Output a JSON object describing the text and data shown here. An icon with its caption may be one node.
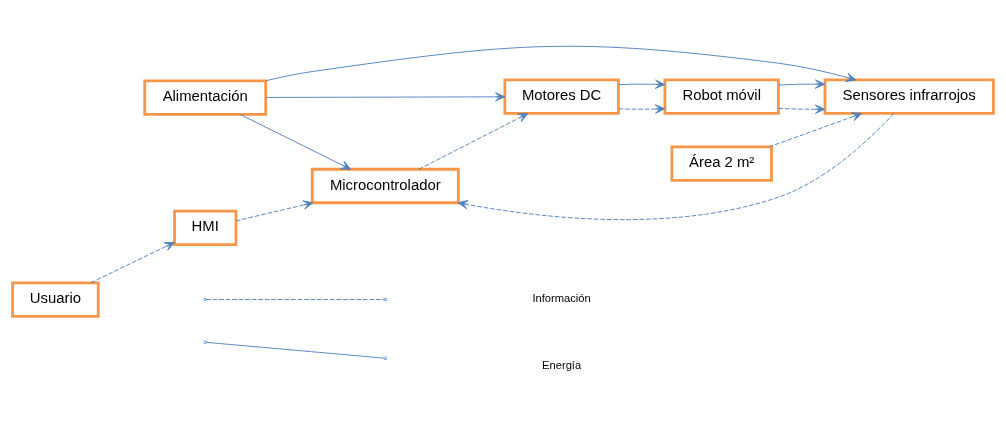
{
  "diagram": {
    "nodes": [
      {
        "text": [
          "Microcontrolador"
        ]
      },
      {
        "text": [
          "HMI"
        ]
      },
      {
        "text": [
          "Usuario"
        ]
      },
      {
        "text": [
          "Motores DC"
        ]
      },
      {
        "text": [
          "Alimentación"
        ]
      },
      {
        "text": [
          "Sensores infrarrojos"
        ]
      },
      {
        "text": [
          "Área 2 m²"
        ]
      },
      {
        "text": [
          "Robot móvil"
        ]
      }
    ],
    "edges": [
      {
        "from": 0,
        "to": 3,
        "arrow": "to",
        "style": "dashed"
      },
      {
        "from": 4,
        "to": 0,
        "arrow": "to"
      },
      {
        "from": 4,
        "to": 3,
        "arrow": "to"
      },
      {
        "from": 4,
        "to": 5,
        "arrow": "to"
      },
      {
        "from": 5,
        "to": 0,
        "arrow": "to",
        "style": "dashed"
      },
      {
        "from": 1,
        "to": 0,
        "arrow": "to",
        "style": "dashed"
      },
      {
        "from": 2,
        "to": 1,
        "arrow": "to",
        "style": "dashed"
      },
      {
        "from": 6,
        "to": 5,
        "arrow": "to",
        "style": "dashed"
      },
      {
        "from": 3,
        "to": 7,
        "arrow": "to",
        "style": "dashed"
      },
      {
        "from": 3,
        "to": 7,
        "arrow": "to"
      },
      {
        "from": 7,
        "to": 5,
        "arrow": "to",
        "style": "dashed"
      },
      {
        "from": 7,
        "to": 5,
        "arrow": "to"
      }
    ],
    "legend": [
      {
        "text": "Información"
      },
      {
        "text": "Energía"
      }
    ]
  }
}
